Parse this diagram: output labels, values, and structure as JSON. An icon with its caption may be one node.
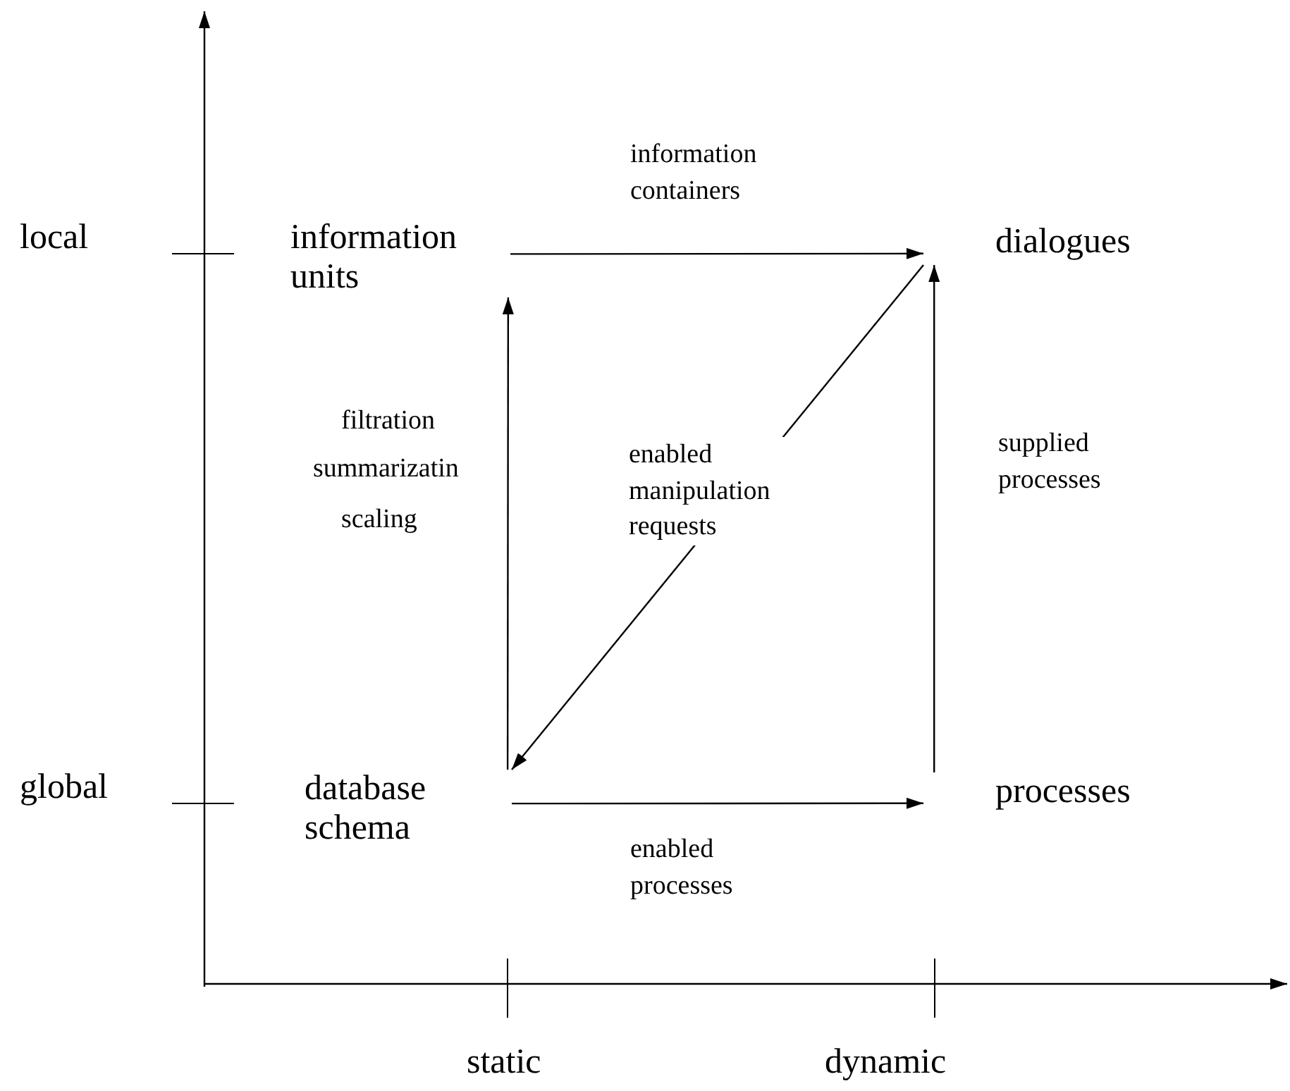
{
  "diagram": {
    "nodes": [
      {
        "text": [
          "information units"
        ]
      },
      {
        "text": [
          "dialogues"
        ]
      },
      {
        "text": [
          "database schema"
        ]
      },
      {
        "text": [
          "processes"
        ]
      }
    ],
    "edges": [
      {
        "from": 0,
        "to": 1,
        "arrow": "to",
        "label": "information containers"
      },
      {
        "from": 2,
        "to": 0,
        "arrow": "to"
      },
      {
        "from": 3,
        "to": 1,
        "arrow": "to",
        "label": "supplied processes"
      },
      {
        "from": 2,
        "to": 3,
        "arrow": "to",
        "label": "enabled processes"
      },
      {
        "from": 1,
        "to": 2,
        "arrow": "to",
        "label": "enabled manipulation requests"
      }
    ],
    "labels": [
      "local",
      "global",
      "filtration",
      "summarizatin",
      "scaling",
      "static",
      "dynamic"
    ]
  }
}
